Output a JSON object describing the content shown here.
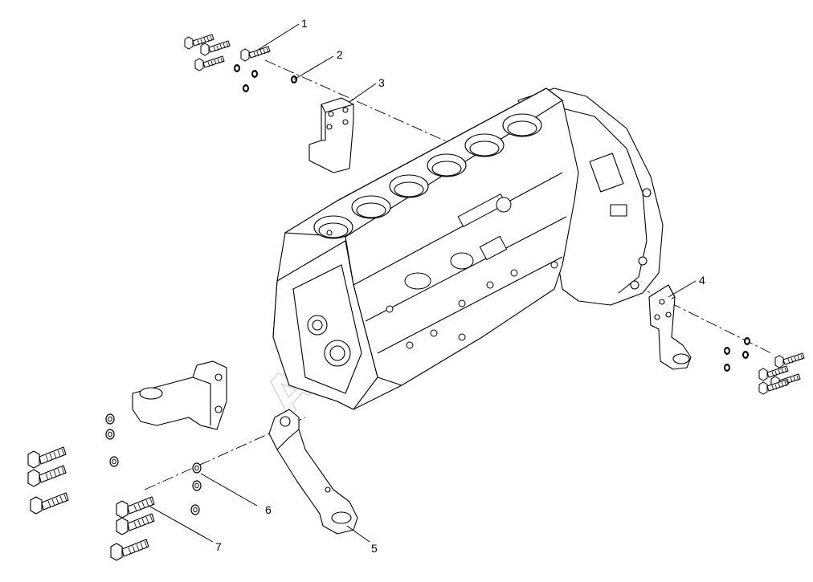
{
  "watermark": "AUTOSOFT",
  "callouts": [
    {
      "id": "1",
      "label": "1"
    },
    {
      "id": "2",
      "label": "2"
    },
    {
      "id": "3",
      "label": "3"
    },
    {
      "id": "4",
      "label": "4"
    },
    {
      "id": "5",
      "label": "5"
    },
    {
      "id": "6",
      "label": "6"
    },
    {
      "id": "7",
      "label": "7"
    }
  ],
  "colors": {
    "line": "#000000",
    "watermark": "#cfcfcf"
  }
}
